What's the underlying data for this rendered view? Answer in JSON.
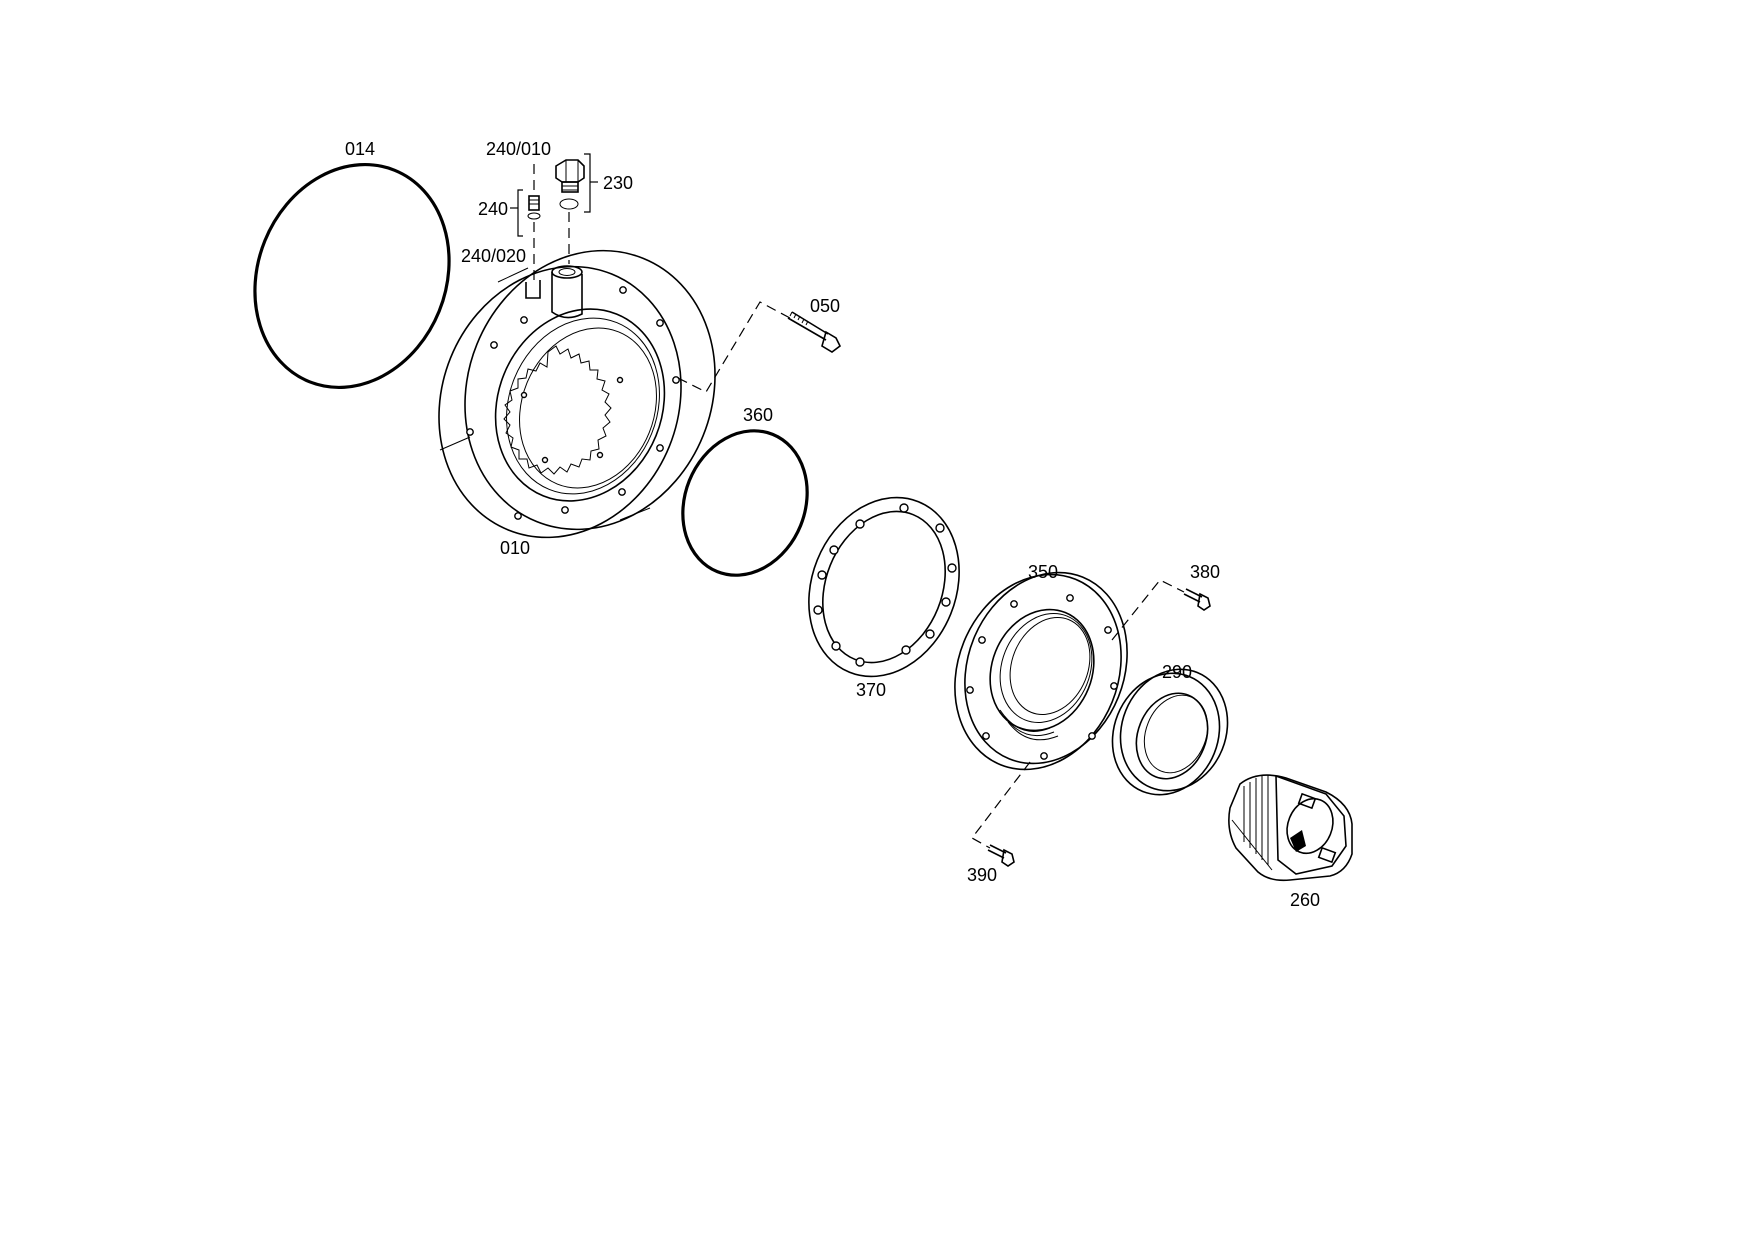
{
  "labels": {
    "p014": "014",
    "p240_010": "240/010",
    "p230": "230",
    "p240": "240",
    "p240_020": "240/020",
    "p050": "050",
    "p360": "360",
    "p010": "010",
    "p370": "370",
    "p350": "350",
    "p380": "380",
    "p290": "290",
    "p390": "390",
    "p260": "260"
  }
}
